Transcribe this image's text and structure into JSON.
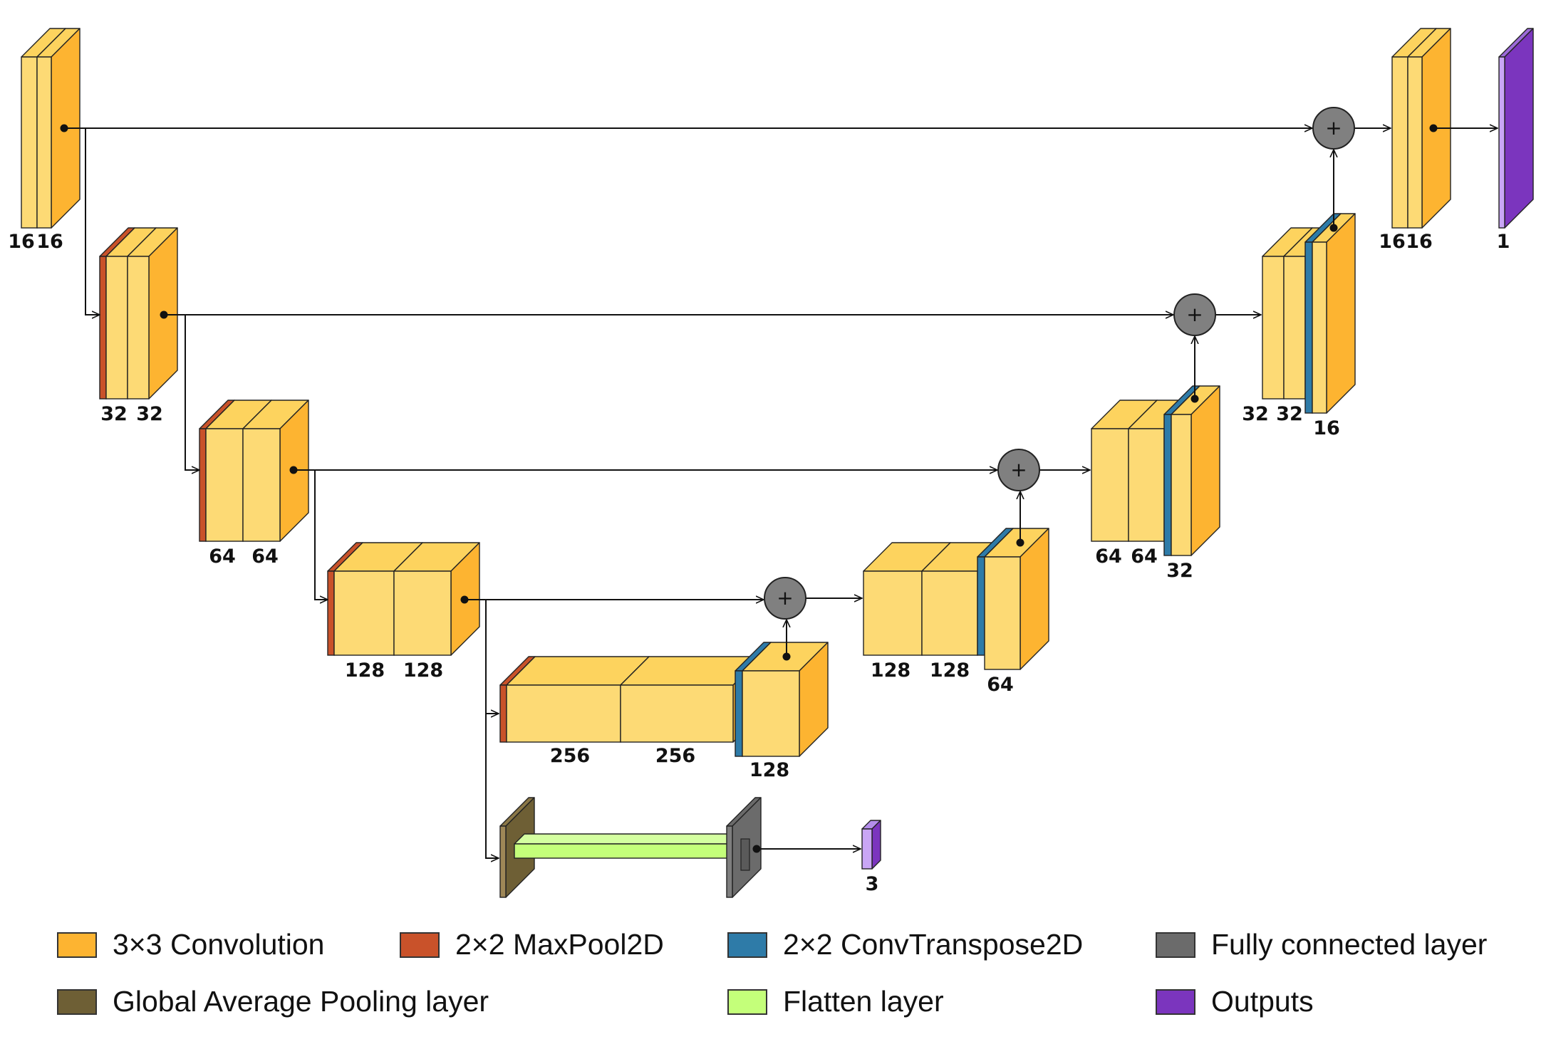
{
  "colors": {
    "conv_front": "#FDDA75",
    "conv_side": "#FDB431",
    "conv_top": "#FDD35E",
    "maxpool": "#C9522A",
    "convtranspose": "#2E7BA8",
    "fully_connected": "#6B6B6B",
    "gap": "#6E5F35",
    "flatten": "#C4FF7A",
    "outputs": "#7B35BE",
    "output_light": "#C9A6F5",
    "add_node": "#808080"
  },
  "encoder": [
    {
      "labels": [
        "16",
        "16"
      ]
    },
    {
      "labels": [
        "32",
        "32"
      ]
    },
    {
      "labels": [
        "64",
        "64"
      ]
    },
    {
      "labels": [
        "128",
        "128"
      ]
    },
    {
      "labels": [
        "256",
        "256"
      ],
      "upsample_label": "128"
    }
  ],
  "decoder": [
    {
      "labels": [
        "128",
        "128"
      ],
      "upsample_label": "64"
    },
    {
      "labels": [
        "64",
        "64"
      ],
      "upsample_label": "32"
    },
    {
      "labels": [
        "32",
        "32"
      ],
      "upsample_label": "16"
    },
    {
      "labels": [
        "16",
        "16"
      ]
    }
  ],
  "segmentation_output": {
    "label": "1"
  },
  "classification_output": {
    "label": "3"
  },
  "add_symbol": "+",
  "legend": [
    {
      "label": "3×3 Convolution",
      "icon": "convolution",
      "color": "#FDB431"
    },
    {
      "label": "2×2 MaxPool2D",
      "icon": "maxpool",
      "color": "#C9522A"
    },
    {
      "label": "2×2 ConvTranspose2D",
      "icon": "convtranspose",
      "color": "#2E7BA8"
    },
    {
      "label": "Fully connected layer",
      "icon": "fully-connected",
      "color": "#6B6B6B"
    },
    {
      "label": "Global Average Pooling layer",
      "icon": "global-average-pooling",
      "color": "#6E5F35"
    },
    {
      "label": "Flatten layer",
      "icon": "flatten",
      "color": "#C4FF7A"
    },
    {
      "label": "Outputs",
      "icon": "outputs",
      "color": "#7B35BE"
    }
  ]
}
